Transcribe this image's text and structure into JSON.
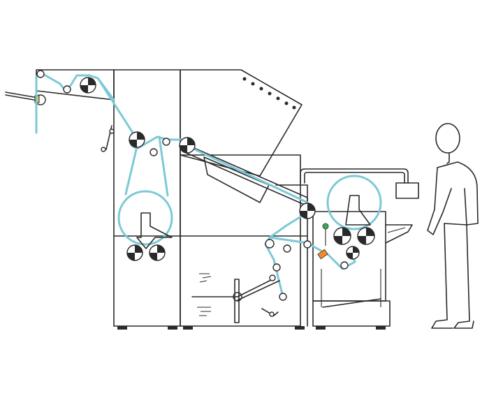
{
  "colors": {
    "outline": "#2a2a2a",
    "web": "#7cc9d6",
    "accent": "#f28c28",
    "sensor_green": "#3caa5a",
    "background": "#ffffff"
  },
  "diagram": {
    "subject": "web-inspection-rewinding-machine",
    "components": [
      "unwind-stand",
      "idler-roller",
      "drive-roller",
      "pull-roll-pair",
      "inspection-table",
      "dancer-arm",
      "web-guide-sensor",
      "rewind-roll",
      "control-box",
      "operator-figure"
    ]
  }
}
